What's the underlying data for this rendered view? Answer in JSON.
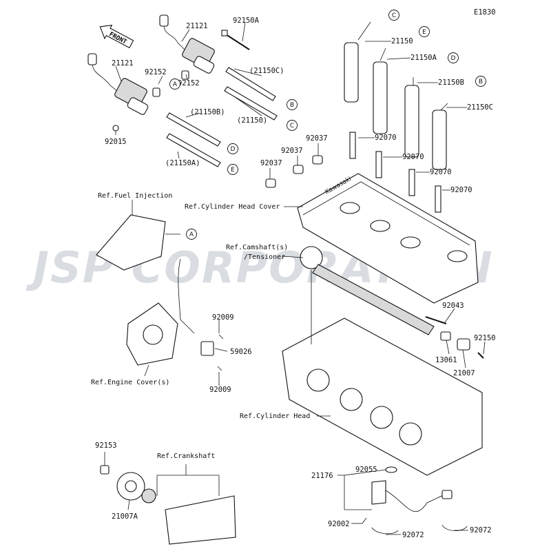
{
  "diagram_code": "E1830",
  "front_label": "FRONT",
  "watermark": "JSP CORPORATION",
  "head_cover_brand": "Kawasaki",
  "part_labels": {
    "p21121a": "21121",
    "p21121b": "21121",
    "p92150a": "92150A",
    "p92152a": "92152",
    "p92152b": "92152",
    "p21150C_paren": "(21150C)",
    "p21150_paren": "(21150)",
    "p21150B_paren": "(21150B)",
    "p21150A_paren": "(21150A)",
    "p92015": "92015",
    "p21150": "21150",
    "p21150A": "21150A",
    "p21150B": "21150B",
    "p21150Cb": "21150C",
    "p92070a": "92070",
    "p92070b": "92070",
    "p92070c": "92070",
    "p92070d": "92070",
    "p92037a": "92037",
    "p92037b": "92037",
    "p92037c": "92037",
    "p92043": "92043",
    "p92150": "92150",
    "p13061": "13061",
    "p21007": "21007",
    "p92009a": "92009",
    "p59026": "59026",
    "p92009b": "92009",
    "p92153": "92153",
    "p21007A": "21007A",
    "p21176": "21176",
    "p92055": "92055",
    "p92002": "92002",
    "p92072a": "92072",
    "p92072b": "92072"
  },
  "ref_labels": {
    "fuel_injection": "Ref.Fuel Injection",
    "cylinder_head_cover": "Ref.Cylinder Head Cover",
    "camshaft": "Ref.Camshaft(s)",
    "tensioner": "/Tensioner",
    "engine_cover": "Ref.Engine Cover(s)",
    "cylinder_head": "Ref.Cylinder Head",
    "crankshaft": "Ref.Crankshaft"
  },
  "callouts": {
    "A1": "A",
    "A2": "A",
    "B1": "B",
    "B2": "B",
    "C1": "C",
    "C2": "C",
    "D1": "D",
    "D2": "D",
    "E1": "E",
    "E2": "E"
  }
}
